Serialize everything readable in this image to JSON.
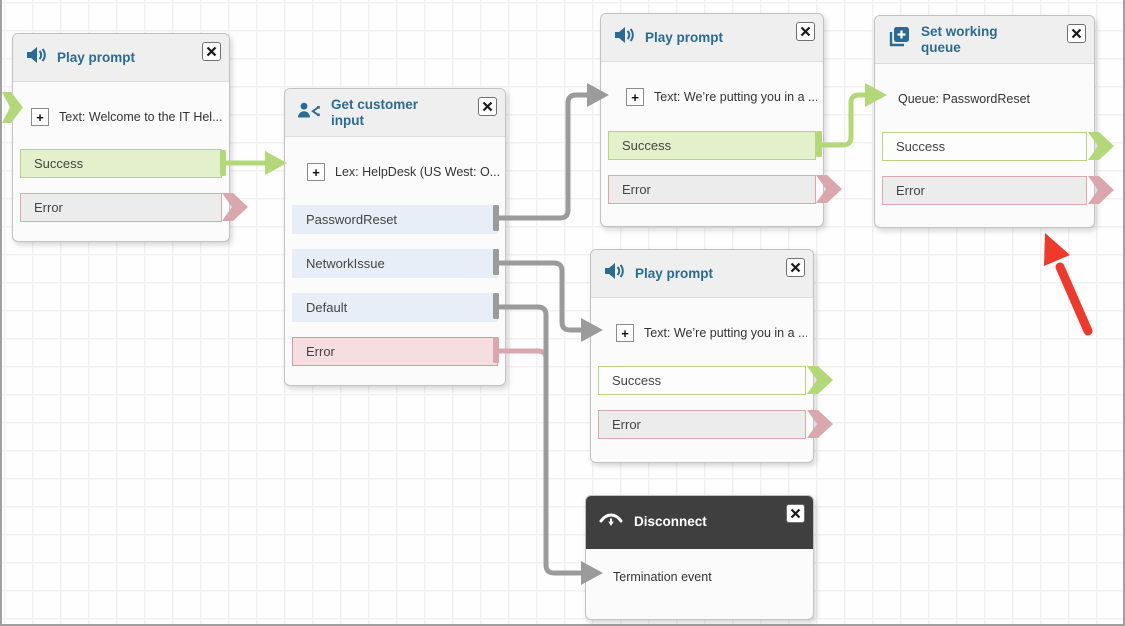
{
  "app": "contact-flow-editor",
  "icons": {
    "plus": "+",
    "close": "close-x"
  },
  "palette": {
    "title_blue": "#2a6b94",
    "header_gray": "#efefef",
    "header_dark": "#3f3f3f",
    "wire_gray": "#9b9b9b",
    "wire_green": "#b3d878",
    "wire_pink": "#d9a7ad",
    "annotation_red": "#ee392b",
    "success_fill": "#e4f0cb",
    "error_fill": "#f5dee0",
    "branch_blue": "#e7eef7"
  },
  "blocks": [
    {
      "title": "Play prompt",
      "parameter": "Text: Welcome to the IT Hel...",
      "outputs": [
        {
          "label": "Success"
        },
        {
          "label": "Error"
        }
      ]
    },
    {
      "title": "Get customer input",
      "parameter": "Lex: HelpDesk (US West: O...",
      "outputs": [
        {
          "label": "PasswordReset"
        },
        {
          "label": "NetworkIssue"
        },
        {
          "label": "Default"
        },
        {
          "label": "Error"
        }
      ]
    },
    {
      "title": "Play prompt",
      "parameter": "Text: We’re putting you in a ...",
      "outputs": [
        {
          "label": "Success"
        },
        {
          "label": "Error"
        }
      ]
    },
    {
      "title": "Set working queue",
      "parameter": "Queue: PasswordReset",
      "outputs": [
        {
          "label": "Success"
        },
        {
          "label": "Error"
        }
      ]
    },
    {
      "title": "Play prompt",
      "parameter": "Text: We’re putting you in a ...",
      "outputs": [
        {
          "label": "Success"
        },
        {
          "label": "Error"
        }
      ]
    },
    {
      "title": "Disconnect",
      "parameter": "Termination event",
      "outputs": []
    }
  ]
}
